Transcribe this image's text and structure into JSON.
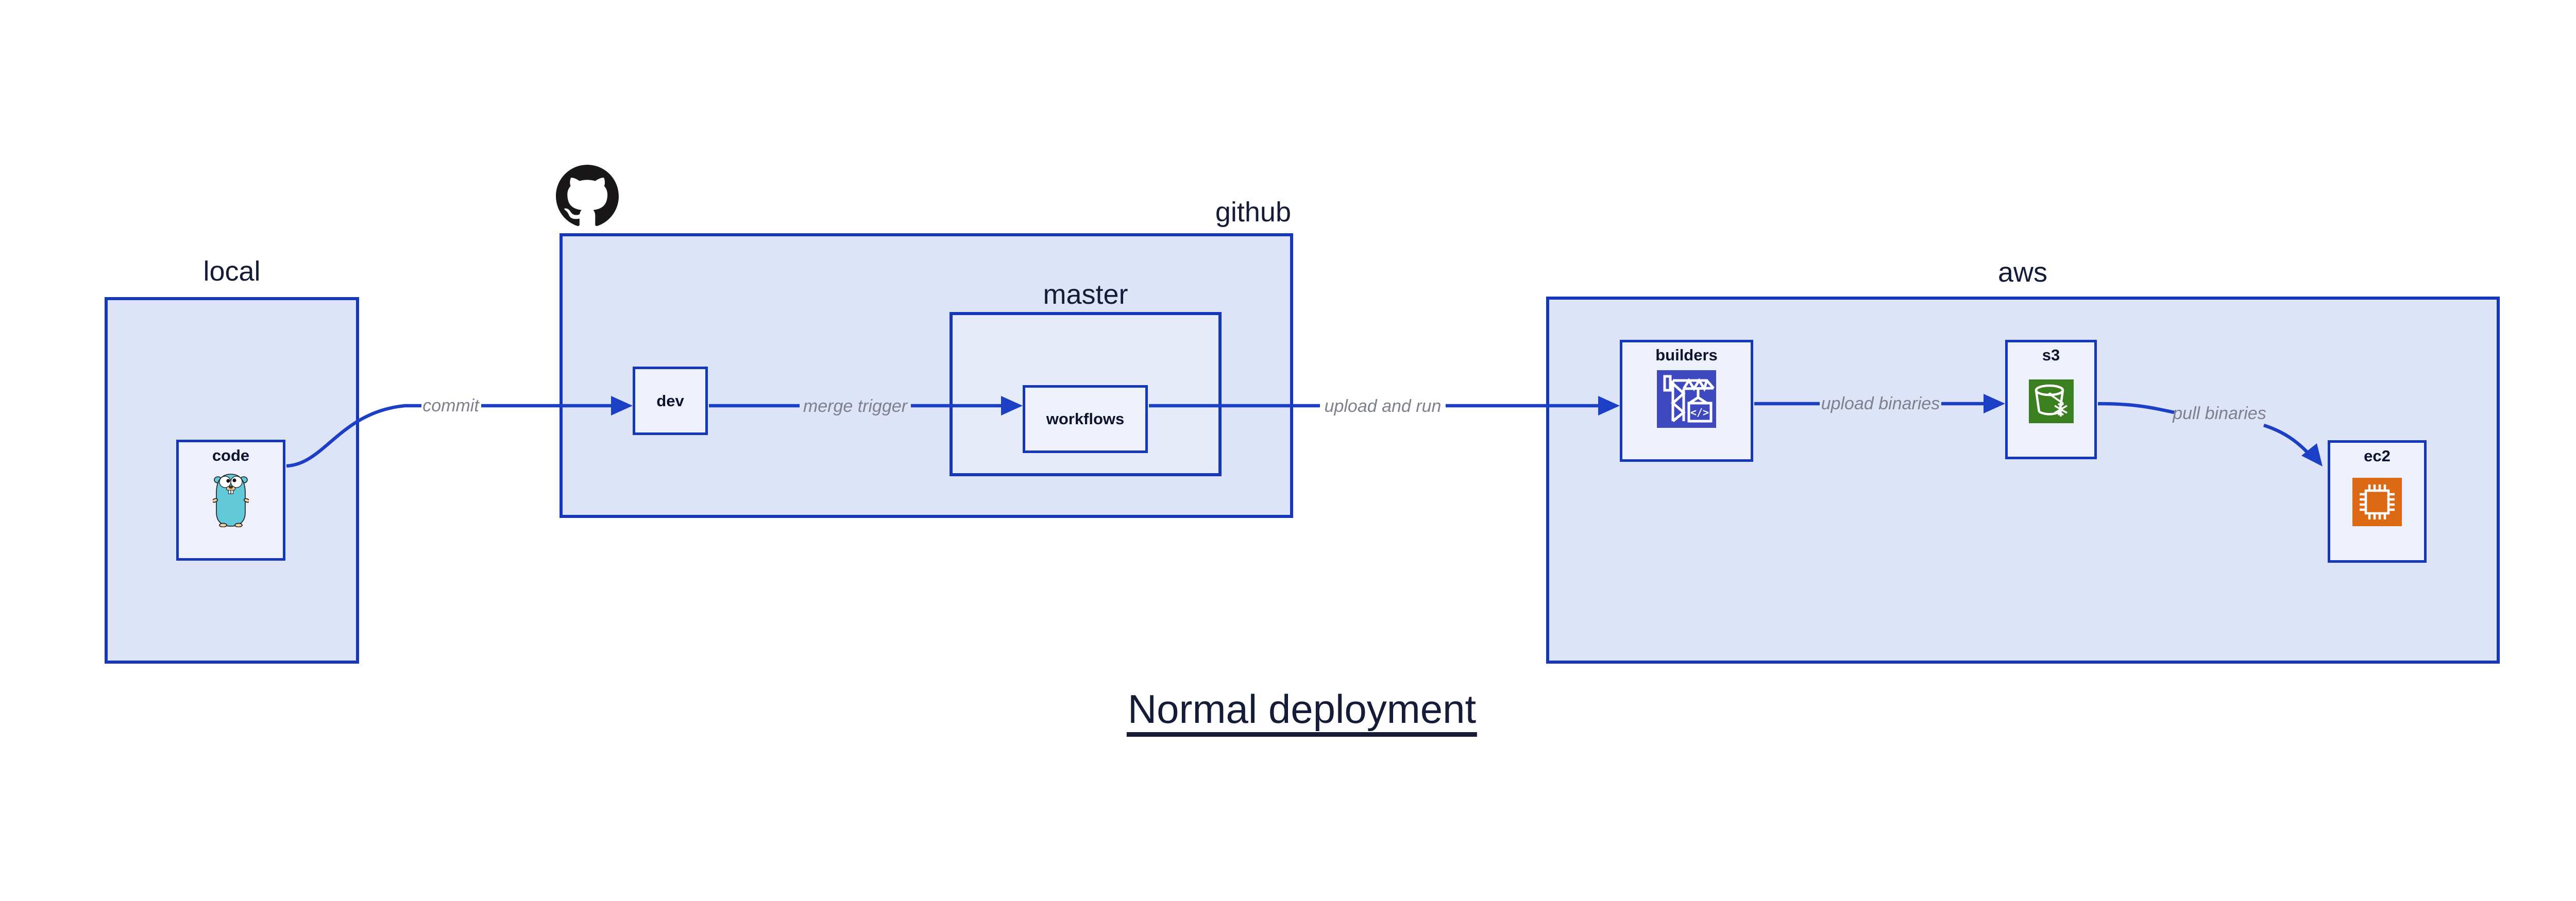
{
  "title": {
    "text": "Normal deployment"
  },
  "containers": [
    {
      "id": "local",
      "label": "local"
    },
    {
      "id": "github",
      "label": "github"
    },
    {
      "id": "master",
      "label": "master"
    },
    {
      "id": "aws",
      "label": "aws"
    }
  ],
  "nodes": [
    {
      "id": "code",
      "label": "code",
      "icon": "go-gopher-icon"
    },
    {
      "id": "dev",
      "label": "dev"
    },
    {
      "id": "workflows",
      "label": "workflows"
    },
    {
      "id": "builders",
      "label": "builders",
      "icon": "codebuild-crane-icon"
    },
    {
      "id": "s3",
      "label": "s3",
      "icon": "s3-bucket-icon"
    },
    {
      "id": "ec2",
      "label": "ec2",
      "icon": "ec2-chip-icon"
    }
  ],
  "edges": [
    {
      "from": "code",
      "to": "dev",
      "label": "commit"
    },
    {
      "from": "dev",
      "to": "workflows",
      "label": "merge trigger"
    },
    {
      "from": "workflows",
      "to": "builders",
      "label": "upload and run"
    },
    {
      "from": "builders",
      "to": "s3",
      "label": "upload binaries"
    },
    {
      "from": "s3",
      "to": "ec2",
      "label": "pull binaries"
    }
  ],
  "icons": {
    "github_logo": "octocat-icon",
    "code_icon_text": "</>"
  },
  "colors": {
    "canvas_bg": "#ffffff",
    "container_fill": "#dde4f8",
    "node_fill": "#eef1fb",
    "stroke_blue": "#1538bb",
    "arrow_blue": "#1b40c6",
    "label_dark": "#141c38",
    "edge_label_gray": "#7e818d",
    "octocat_black": "#191717",
    "gopher_body": "#62c9d9",
    "gopher_accent": "#f2d0a0",
    "builders_icon_bg": "#3e49c0",
    "s3_icon_bg": "#3b8020",
    "ec2_icon_bg": "#dc6913"
  }
}
